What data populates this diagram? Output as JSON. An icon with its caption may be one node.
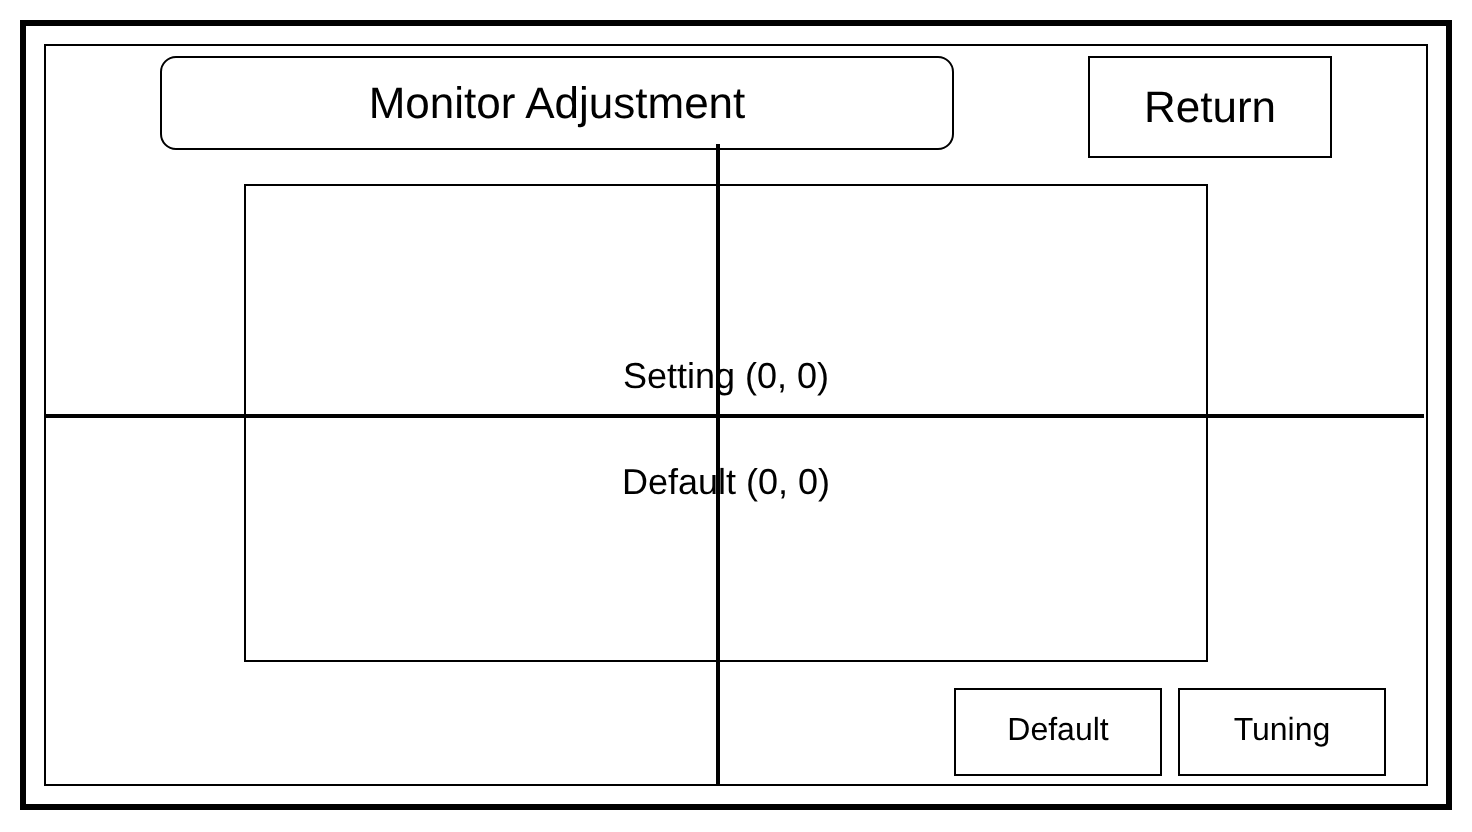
{
  "diagram": {
    "nodes": [
      {
        "text": [],
        "shape": "box"
      },
      {
        "text": [
          "Monitor Adjustment"
        ],
        "in": 0
      },
      {
        "text": [
          "Return"
        ],
        "in": 0
      },
      {
        "text": [
          "Setting (0, 0)",
          "Default (0, 0)"
        ],
        "in": 0
      },
      {
        "text": [
          "Default"
        ],
        "in": 0
      },
      {
        "text": [
          "Tuning"
        ],
        "in": 0
      }
    ]
  }
}
